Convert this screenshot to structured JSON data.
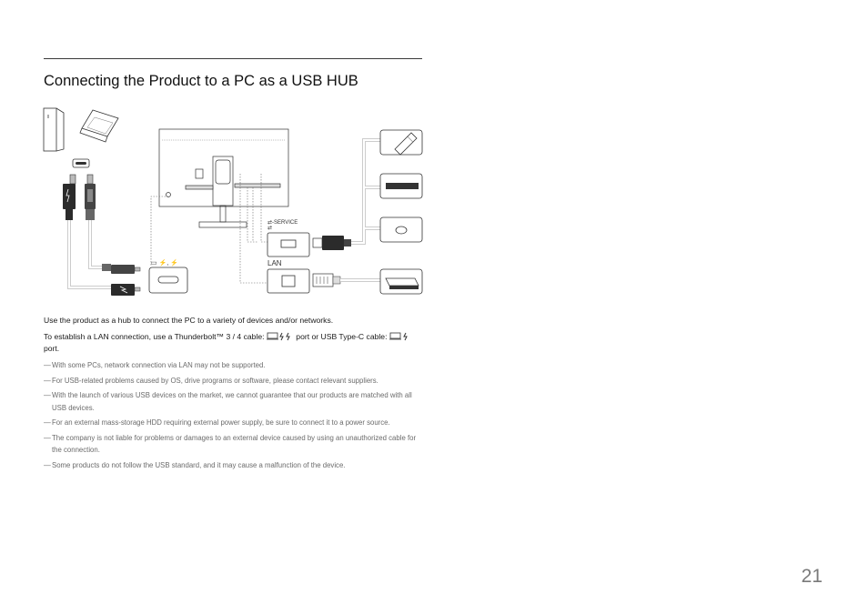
{
  "page": {
    "title": "Connecting the Product to a PC as a USB HUB",
    "page_number": "21"
  },
  "diagram": {
    "service_label": "SERVICE",
    "lan_label": "LAN",
    "tb_port_label": ", "
  },
  "body": {
    "p1": "Use the product as a hub to connect the PC to a variety of devices and/or networks.",
    "p2_a": "To establish a LAN connection, use a Thunderbolt™ 3 / 4 cable: ",
    "p2_b": " port or USB Type-C cable: ",
    "p2_c": "port."
  },
  "notes": [
    "With some PCs, network connection via LAN may not be supported.",
    "For USB-related problems caused by OS, drive programs or software, please contact relevant suppliers.",
    "With the launch of various USB devices on the market, we cannot guarantee that our products are matched with all USB devices.",
    "For an external mass-storage HDD requiring external power supply, be sure to connect it to a power source.",
    "The company is not liable for problems or damages to an external device caused by using an unauthorized cable for the connection.",
    "Some products do not follow the USB standard, and it may cause a malfunction of the device."
  ],
  "note_dash": "—",
  "icons": [
    "pc-tower-icon",
    "laptop-icon",
    "usb-c-port-icon",
    "thunderbolt-icon",
    "usb-stick-icon",
    "keyboard-icon",
    "mouse-icon",
    "network-switch-icon",
    "rj45-port-icon",
    "usb-a-port-icon"
  ]
}
